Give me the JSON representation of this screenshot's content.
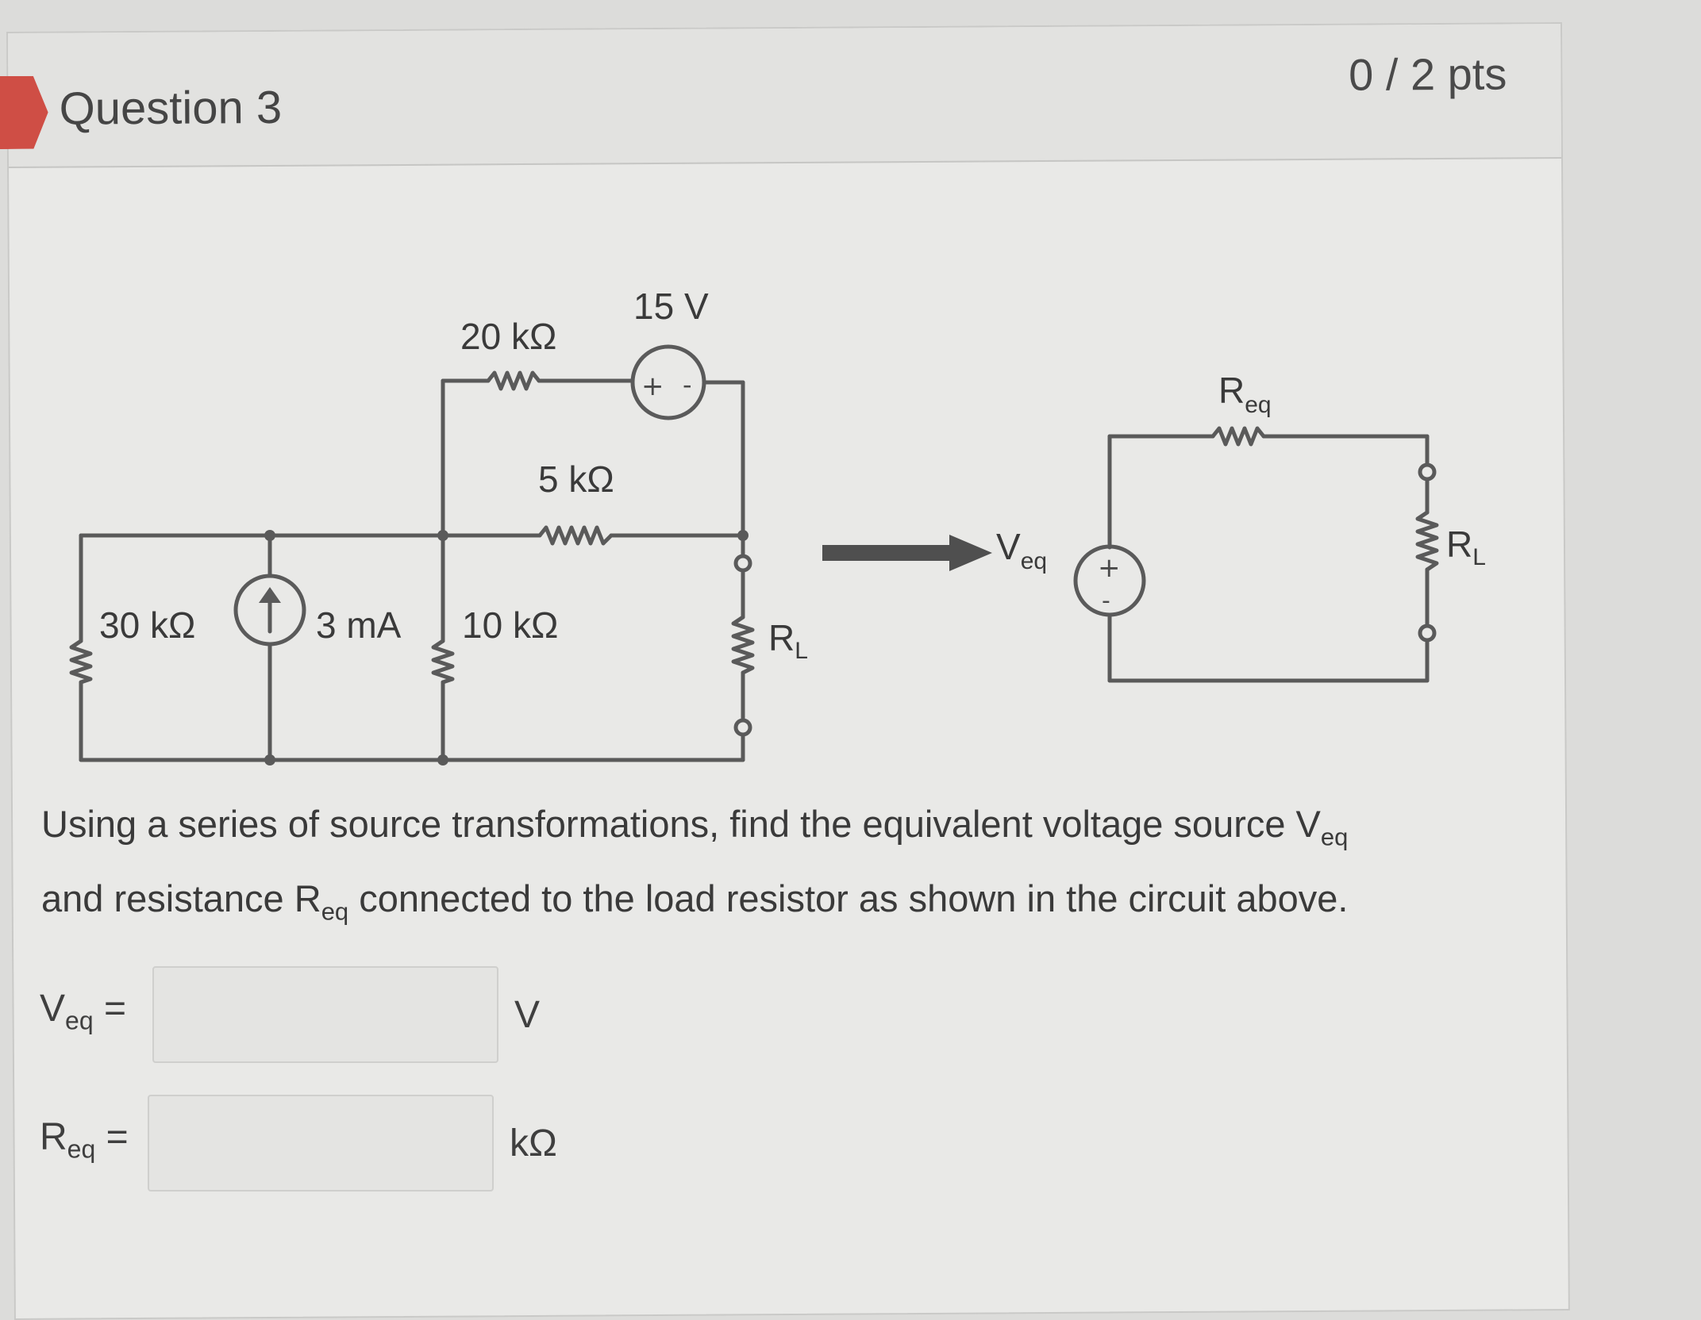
{
  "question": {
    "title": "Question 3",
    "points": "0 / 2 pts"
  },
  "circuit": {
    "r_30k": "30 kΩ",
    "i_source": "3 mA",
    "r_10k": "10 kΩ",
    "r_20k": "20 kΩ",
    "v_source": "15 V",
    "r_5k": "5 kΩ",
    "load_label": "R",
    "load_sub": "L"
  },
  "equivalent": {
    "v_label": "V",
    "v_sub": "eq",
    "r_label": "R",
    "r_sub": "eq",
    "load_label": "R",
    "load_sub": "L"
  },
  "prompt": {
    "part1": "Using a series of source transformations, find the equivalent voltage source V",
    "sub1": "eq",
    "part2": "and resistance R",
    "sub2": "eq",
    "part3": " connected to the load resistor as shown in the circuit above."
  },
  "answers": {
    "veq": {
      "label": "V",
      "sub": "eq",
      "eq": " =",
      "value": "",
      "unit": "V"
    },
    "req": {
      "label": "R",
      "sub": "eq",
      "eq": " =",
      "value": "",
      "unit": "kΩ"
    }
  },
  "colors": {
    "wire": "#5a5a5a",
    "flag": "#cf4e45",
    "arrow": "#4f4f4f"
  }
}
